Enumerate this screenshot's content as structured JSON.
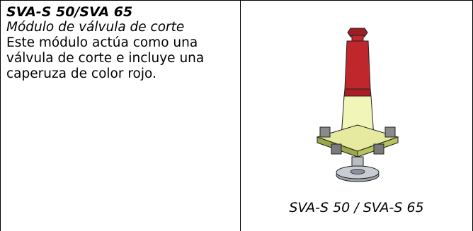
{
  "left_cell": {
    "title": "SVA-S 50/SVA 65",
    "subtitle": "Módulo de válvula de corte",
    "description": "Este módulo actúa como una válvula de corte e incluye una caperuza de color rojo."
  },
  "right_cell": {
    "figure_icon": "shutoff-valve-module-icon",
    "caption": "SVA-S 50 / SVA-S 65"
  },
  "colors": {
    "cap_red": "#c0272d",
    "body_yellow": "#f2f5b8",
    "flange_olive": "#9aa84a",
    "bolt_grey": "#8a8a8a",
    "stem_grey": "#b9bcc2"
  }
}
